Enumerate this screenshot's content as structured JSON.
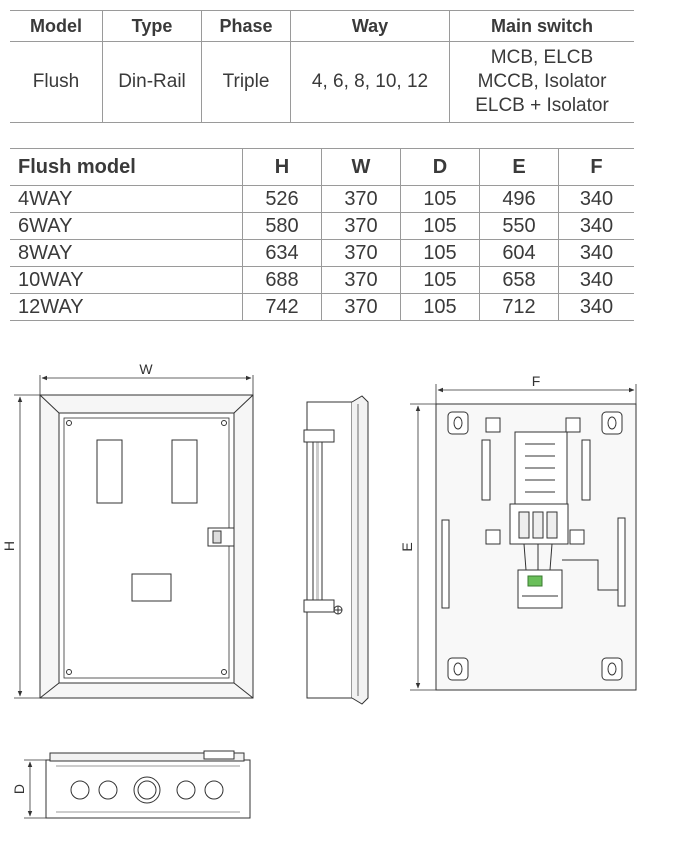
{
  "spec_table": {
    "headers": [
      "Model",
      "Type",
      "Phase",
      "Way",
      "Main switch"
    ],
    "row": {
      "model": "Flush",
      "type": "Din-Rail",
      "phase": "Triple",
      "way": "4, 6, 8, 10, 12",
      "main_switch": [
        "MCB, ELCB",
        "MCCB, Isolator",
        "ELCB + Isolator"
      ]
    }
  },
  "dimension_table": {
    "headers": [
      "Flush model",
      "H",
      "W",
      "D",
      "E",
      "F"
    ],
    "rows": [
      [
        "4WAY",
        "526",
        "370",
        "105",
        "496",
        "340"
      ],
      [
        "6WAY",
        "580",
        "370",
        "105",
        "550",
        "340"
      ],
      [
        "8WAY",
        "634",
        "370",
        "105",
        "604",
        "340"
      ],
      [
        "10WAY",
        "688",
        "370",
        "105",
        "658",
        "340"
      ],
      [
        "12WAY",
        "742",
        "370",
        "105",
        "712",
        "340"
      ]
    ]
  },
  "drawing_labels": {
    "width": "W",
    "height": "H",
    "depth": "D",
    "inner_height": "E",
    "inner_width": "F"
  }
}
